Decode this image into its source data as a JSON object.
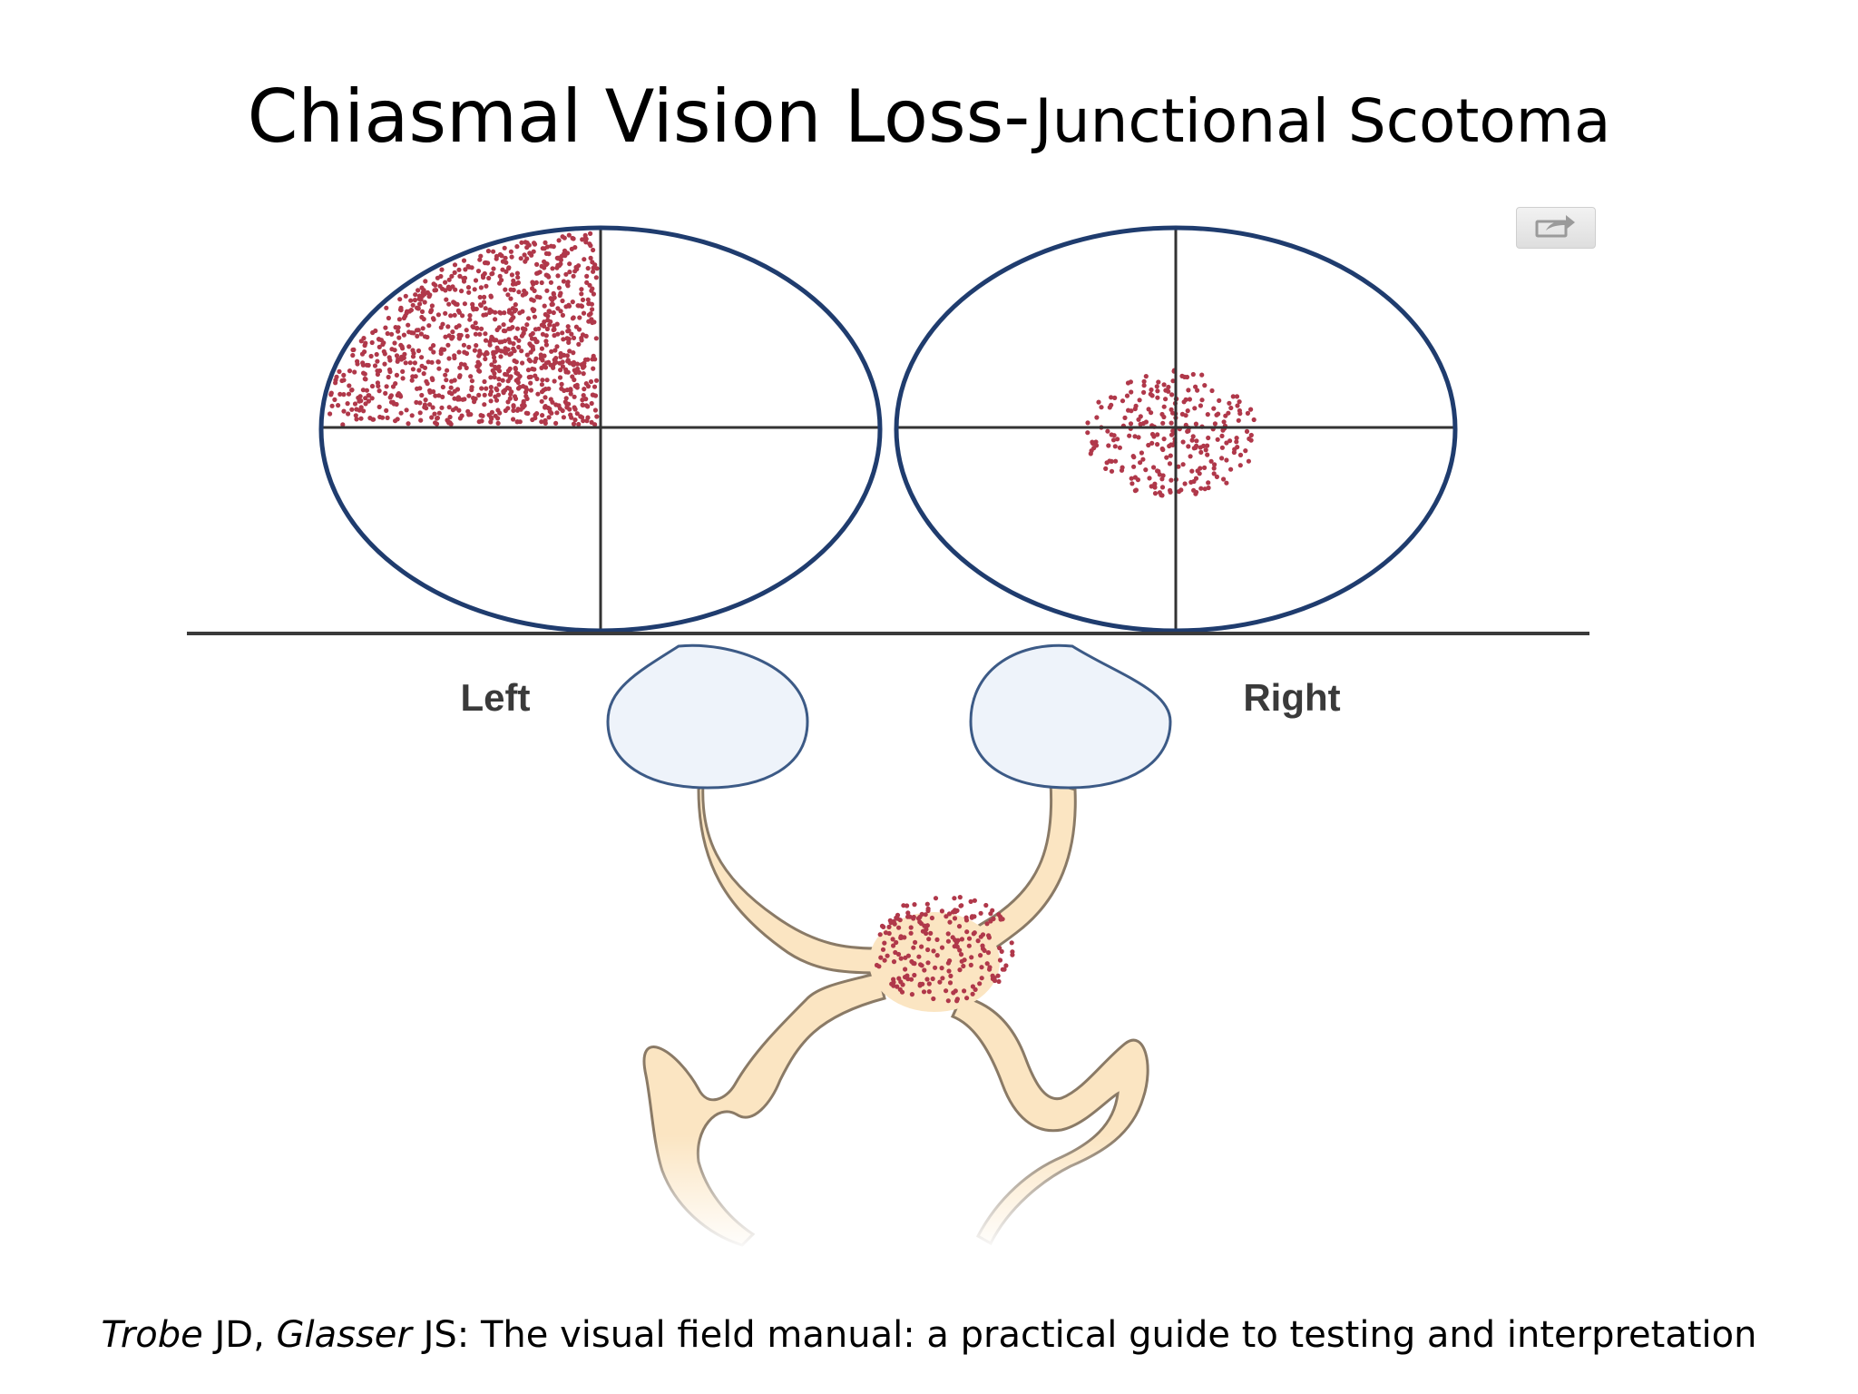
{
  "title": {
    "main": "Chiasmal Vision Loss-",
    "sub": "Junctional Scotoma"
  },
  "labels": {
    "left": "Left",
    "right": "Right"
  },
  "citation": {
    "author1": "Trobe",
    "mid1": " JD, ",
    "author2": "Glasser",
    "rest": " JS: The visual field manual: a practical guide to testing and interpretation"
  },
  "icons": {
    "share": "share-icon"
  },
  "colors": {
    "field_outline": "#1f3c6e",
    "defect_dots": "#b0384a",
    "eye_fill": "#eef3fa",
    "eye_outline": "#3c5a86",
    "nerve_fill": "#fbe5c2",
    "nerve_outline": "#8a7a66"
  }
}
